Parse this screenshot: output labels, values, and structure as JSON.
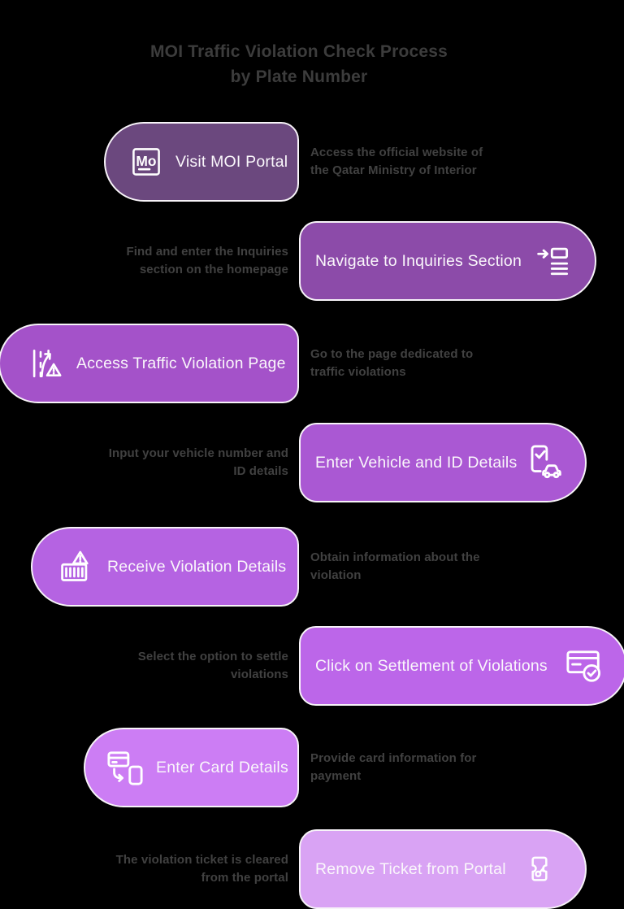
{
  "page": {
    "title_line1": "MOI Traffic Violation Check Process",
    "title_line2": "by Plate Number",
    "background_color": "#000000",
    "title_color": "#3c3c3c",
    "description_color": "#414141",
    "pill_border_color": "#f7f3f8",
    "pill_text_color": "#faf7fb"
  },
  "steps": [
    {
      "label": "Visit MOI Portal",
      "description": "Access the official website of the Qatar Ministry of Interior",
      "side": "left",
      "color": "#6b487e",
      "icon": "moi-logo-icon"
    },
    {
      "label": "Navigate to Inquiries Section",
      "description": "Find and enter the Inquiries section on the homepage",
      "side": "right",
      "color": "#8c4ba9",
      "icon": "inquiries-list-icon"
    },
    {
      "label": "Access Traffic Violation Page",
      "description": "Go to the page dedicated to traffic violations",
      "side": "left",
      "color": "#a452c9",
      "icon": "road-warning-icon"
    },
    {
      "label": "Enter Vehicle and ID Details",
      "description": "Input your vehicle number and ID details",
      "side": "right",
      "color": "#aa58d3",
      "icon": "vehicle-id-icon"
    },
    {
      "label": "Receive Violation Details",
      "description": "Obtain information about the violation",
      "side": "left",
      "color": "#b563e2",
      "icon": "barcode-warning-icon"
    },
    {
      "label": "Click on Settlement of Violations",
      "description": "Select the option to settle violations",
      "side": "right",
      "color": "#bc66e9",
      "icon": "card-check-icon"
    },
    {
      "label": "Enter Card Details",
      "description": "Provide card information for payment",
      "side": "left",
      "color": "#cc7df4",
      "icon": "card-phone-swap-icon"
    },
    {
      "label": "Remove Ticket from Portal",
      "description": "The violation ticket is cleared from the portal",
      "side": "right",
      "color": "#d9a3f4",
      "icon": "ticket-key-icon"
    }
  ]
}
